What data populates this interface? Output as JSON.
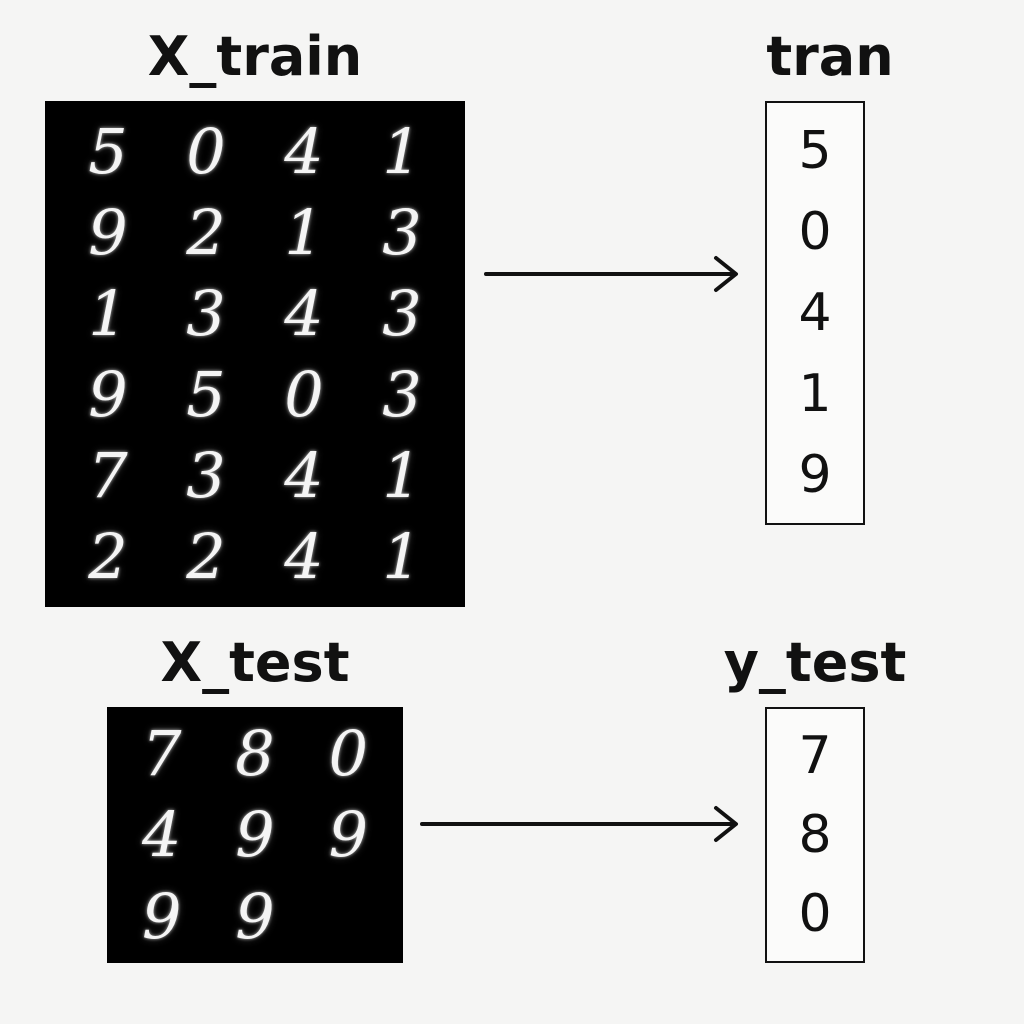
{
  "train": {
    "images_title": "X_train",
    "labels_title": "tran",
    "digits": [
      "5",
      "0",
      "4",
      "1",
      "9",
      "2",
      "1",
      "3",
      "1",
      "3",
      "4",
      "3",
      "9",
      "5",
      "0",
      "3",
      "7",
      "3",
      "4",
      "1",
      "2",
      "2",
      "4",
      "1"
    ],
    "labels": [
      "5",
      "0",
      "4",
      "1",
      "9"
    ]
  },
  "test": {
    "images_title": "X_test",
    "labels_title": "y_test",
    "digits": [
      "7",
      "8",
      "0",
      "4",
      "9",
      "9",
      "9",
      "9"
    ],
    "labels": [
      "7",
      "8",
      "0"
    ]
  }
}
